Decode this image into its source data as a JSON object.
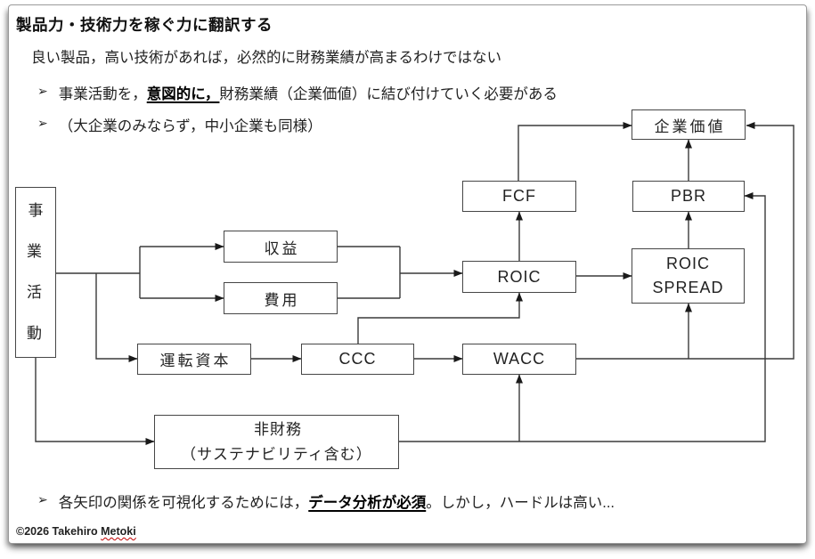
{
  "header": {
    "title": "製品力・技術力を稼ぐ力に翻訳する",
    "subtitle": "良い製品，高い技術があれば，必然的に財務業績が高まるわけではない",
    "bullet_marker": "➢",
    "bullet1": {
      "pre": "事業活動を，",
      "emphasis": "意図的に，",
      "post": "財務業績（企業価値）に結び付けていく必要がある"
    },
    "bullet2": "（大企業のみならず，中小企業も同様）"
  },
  "diagram": {
    "nodes": {
      "business": {
        "label": "事\n業\n活\n動"
      },
      "revenue": {
        "label": "収益"
      },
      "expense": {
        "label": "費用"
      },
      "working_capital": {
        "label": "運転資本"
      },
      "ccc": {
        "label": "CCC"
      },
      "wacc": {
        "label": "WACC"
      },
      "roic": {
        "label": "ROIC"
      },
      "fcf": {
        "label": "FCF"
      },
      "roic_spread": {
        "label": "ROIC\nSPREAD"
      },
      "pbr": {
        "label": "PBR"
      },
      "corporate_value": {
        "label": "企業価値"
      },
      "non_financial": {
        "label": "非財務\n（サステナビリティ含む）"
      }
    }
  },
  "footer": {
    "bullet_marker": "➢",
    "bullet": {
      "pre": "各矢印の関係を可視化するためには，",
      "emphasis": "データ分析が必須",
      "post": "。しかし，ハードルは高い..."
    },
    "copyright_pre": "©2026 Takehiro ",
    "copyright_name": "Metoki"
  },
  "colors": {
    "text": "#1b1b1b",
    "line": "#3a3a3a",
    "box_border": "#464646",
    "squiggle": "#c00000",
    "card_border": "#9a9a9a",
    "background": "#ffffff"
  }
}
